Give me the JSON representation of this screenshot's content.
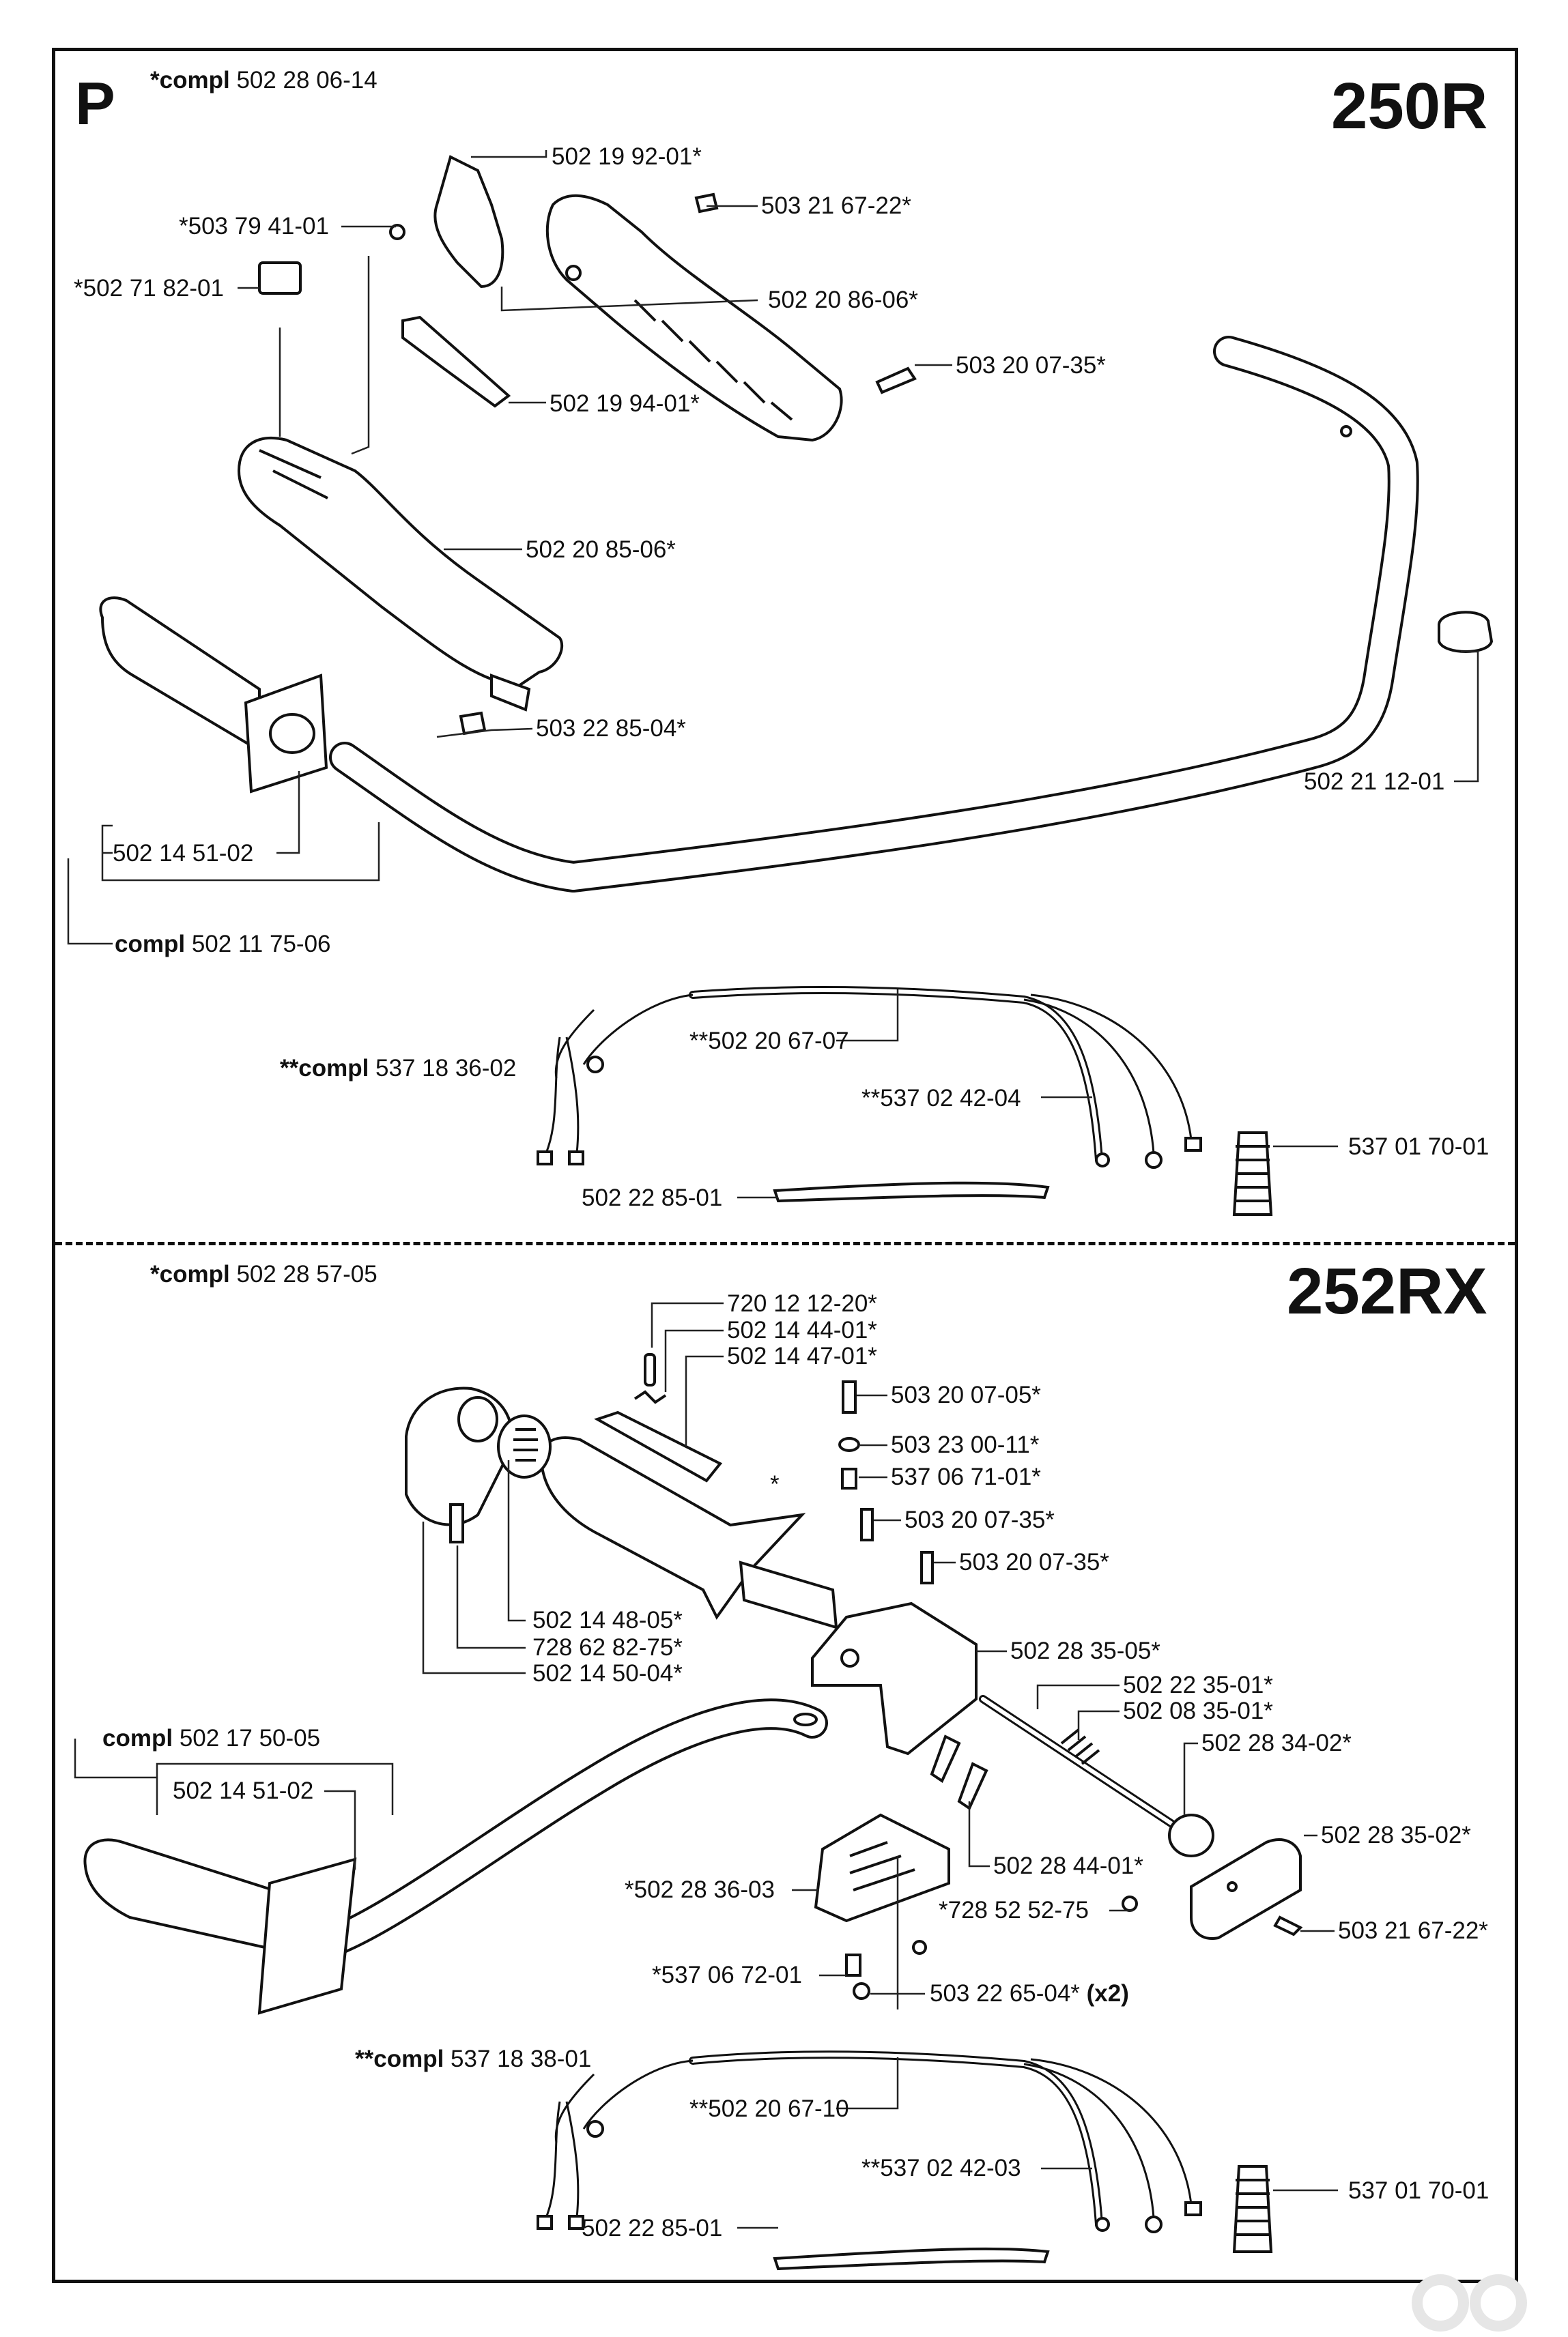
{
  "section_letter": "P",
  "top": {
    "model": "250R",
    "compl": {
      "prefix": "*compl",
      "number": "502 28 06-14"
    },
    "labels": [
      {
        "id": "p-502-19-92-01",
        "text": "502 19 92-01*"
      },
      {
        "id": "p-503-21-67-22",
        "text": "503 21 67-22*"
      },
      {
        "id": "p-503-79-41-01",
        "text": "*503 79 41-01"
      },
      {
        "id": "p-502-71-82-01",
        "text": "*502 71 82-01"
      },
      {
        "id": "p-502-20-86-06",
        "text": "502 20 86-06*"
      },
      {
        "id": "p-503-20-07-35",
        "text": "503 20 07-35*"
      },
      {
        "id": "p-502-19-94-01",
        "text": "502 19 94-01*"
      },
      {
        "id": "p-502-20-85-06",
        "text": "502 20 85-06*"
      },
      {
        "id": "p-503-22-85-04",
        "text": "503 22 85-04*"
      },
      {
        "id": "p-502-21-12-01",
        "text": "502 21 12-01"
      },
      {
        "id": "p-502-14-51-02",
        "text": "502 14 51-02"
      },
      {
        "id": "p-502-20-67-07",
        "text": "**502 20 67-07"
      },
      {
        "id": "p-537-02-42-04",
        "text": "**537 02 42-04"
      },
      {
        "id": "p-537-01-70-01",
        "text": "537 01 70-01"
      },
      {
        "id": "p-502-22-85-01",
        "text": "502 22 85-01"
      }
    ],
    "compl_handlebar": {
      "prefix": "compl",
      "number": "502 11 75-06"
    },
    "compl_cable": {
      "prefix": "**compl",
      "number": "537 18 36-02"
    }
  },
  "bottom": {
    "model": "252RX",
    "compl": {
      "prefix": "*compl",
      "number": "502 28 57-05"
    },
    "labels": [
      {
        "id": "p-720-12-12-20",
        "text": "720 12 12-20*"
      },
      {
        "id": "p-502-14-44-01",
        "text": "502 14 44-01*"
      },
      {
        "id": "p-502-14-47-01",
        "text": "502 14 47-01*"
      },
      {
        "id": "p-503-20-07-05",
        "text": "503 20 07-05*"
      },
      {
        "id": "p-503-23-00-11",
        "text": "503 23 00-11*"
      },
      {
        "id": "p-537-06-71-01",
        "text": "537 06 71-01*"
      },
      {
        "id": "p-503-20-07-35a",
        "text": "503 20 07-35*"
      },
      {
        "id": "p-503-20-07-35b",
        "text": "503 20 07-35*"
      },
      {
        "id": "p-502-14-48-05",
        "text": "502 14 48-05*"
      },
      {
        "id": "p-728-62-82-75",
        "text": "728 62 82-75*"
      },
      {
        "id": "p-502-14-50-04",
        "text": "502 14 50-04*"
      },
      {
        "id": "p-502-28-35-05",
        "text": "502 28 35-05*"
      },
      {
        "id": "p-502-22-35-01",
        "text": "502 22 35-01*"
      },
      {
        "id": "p-502-08-35-01",
        "text": "502 08 35-01*"
      },
      {
        "id": "p-502-28-34-02",
        "text": "502 28 34-02*"
      },
      {
        "id": "p-502-14-51-02b",
        "text": "502 14 51-02"
      },
      {
        "id": "p-502-28-35-02",
        "text": "502 28 35-02*"
      },
      {
        "id": "p-502-28-44-01",
        "text": "502 28 44-01*"
      },
      {
        "id": "p-502-28-36-03",
        "text": "*502 28 36-03"
      },
      {
        "id": "p-728-52-52-75",
        "text": "*728 52 52-75"
      },
      {
        "id": "p-503-21-67-22b",
        "text": "503 21 67-22*"
      },
      {
        "id": "p-537-06-72-01",
        "text": "*537 06 72-01"
      },
      {
        "id": "p-503-22-65-04",
        "text": "503 22 65-04*"
      },
      {
        "id": "p-502-20-67-10",
        "text": "**502 20 67-10"
      },
      {
        "id": "p-537-02-42-03",
        "text": "**537 02 42-03"
      },
      {
        "id": "p-537-01-70-01b",
        "text": "537 01 70-01"
      },
      {
        "id": "p-502-22-85-01b",
        "text": "502 22 85-01"
      }
    ],
    "qty_note": "(x2)",
    "star_mark": "*",
    "compl_handlebar": {
      "prefix": "compl",
      "number": "502 17 50-05"
    },
    "compl_cable": {
      "prefix": "**compl",
      "number": "537 18 38-01"
    }
  }
}
